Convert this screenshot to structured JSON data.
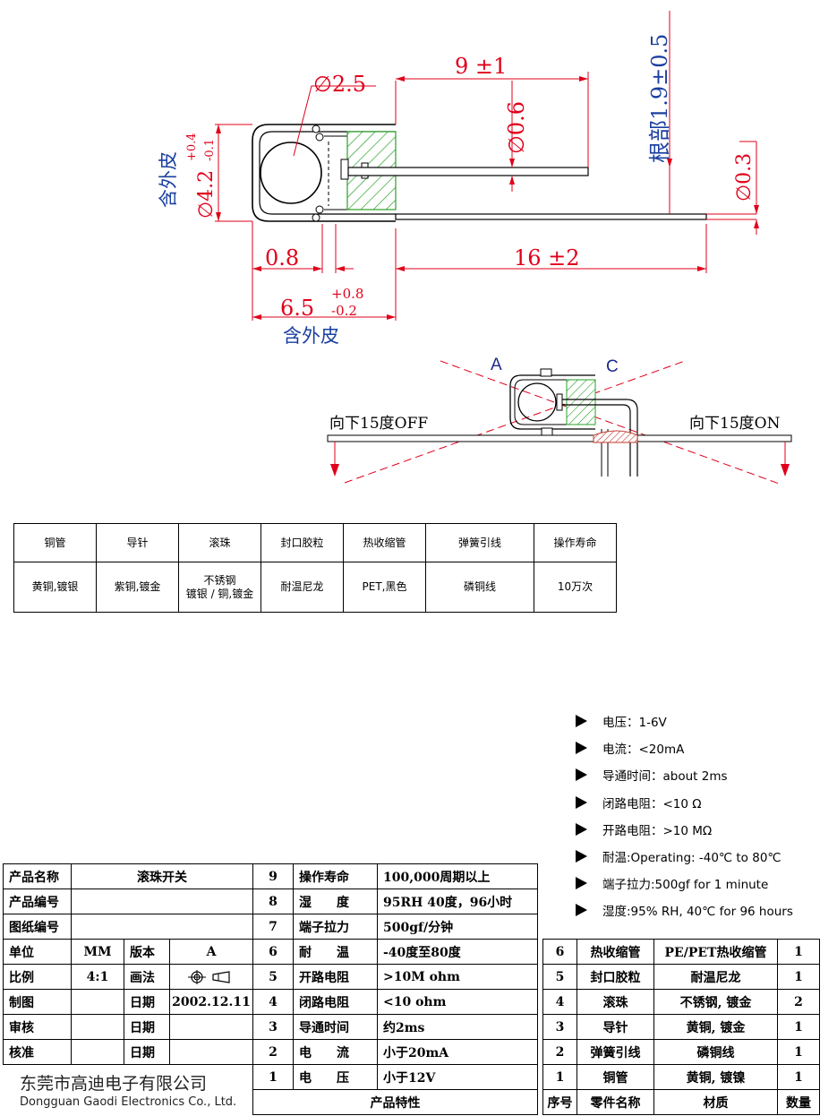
{
  "drawing": {
    "dim_ball_dia": "∅2.5",
    "dim_length_9": "9 ±1",
    "dim_pin_dia": "∅0.6",
    "dim_root": "根部1.9±0.5",
    "dim_lead_dia": "∅0.3",
    "dim_outer_dia": "∅4.2",
    "dim_outer_dia_tol_upper": "+0.4",
    "dim_outer_dia_tol_lower": "-0.1",
    "incl_sleeve": "含外皮",
    "dim_08": "0.8",
    "dim_16": "16 ±2",
    "dim_65": "6.5",
    "dim_65_tol_upper": "+0.8",
    "dim_65_tol_lower": "-0.2",
    "label_a": "A",
    "label_c": "C",
    "tilt_off": "向下15度OFF",
    "tilt_on": "向下15度ON"
  },
  "materials_table": {
    "headers": [
      "铜管",
      "导针",
      "滚珠",
      "封口胶粒",
      "热收缩管",
      "弹簧引线",
      "操作寿命"
    ],
    "values": [
      [
        "黄铜,镀银"
      ],
      [
        "紫铜,镀金"
      ],
      [
        "不锈钢",
        "镀银 / 铜,镀金"
      ],
      [
        "耐温尼龙"
      ],
      [
        "PET,黑色"
      ],
      [
        "磷铜线"
      ],
      [
        "10万次"
      ]
    ]
  },
  "specs": [
    "电压：1-6V",
    "电流：<20mA",
    "导通时间：about 2ms",
    "闭路电阻：<10 Ω",
    "开路电阻：>10 MΩ",
    "耐温:Operating: -40℃ to 80℃",
    "端子拉力:500gf for 1 minute",
    "湿度:95% RH, 40℃ for 96 hours"
  ],
  "title_block": {
    "product_name_label": "产品名称",
    "product_name": "滚珠开关",
    "product_no_label": "产品编号",
    "drawing_no_label": "图纸编号",
    "unit_label": "单位",
    "unit": "MM",
    "version_label": "版本",
    "version": "A",
    "scale_label": "比例",
    "scale": "4:1",
    "projection_label": "画法",
    "drawn_label": "制图",
    "date_label": "日期",
    "date": "2002.12.11",
    "review_label": "审核",
    "approve_label": "核准",
    "characteristics_label": "产品特性",
    "characteristics": [
      {
        "no": "9",
        "name": "操作寿命",
        "value": "100,000周期以上"
      },
      {
        "no": "8",
        "name": "湿　　度",
        "value": "95RH 40度，96小时"
      },
      {
        "no": "7",
        "name": "端子拉力",
        "value": "500gf/分钟"
      },
      {
        "no": "6",
        "name": "耐　　温",
        "value": "-40度至80度"
      },
      {
        "no": "5",
        "name": "开路电阻",
        "value": ">10M ohm"
      },
      {
        "no": "4",
        "name": "闭路电阻",
        "value": "<10 ohm"
      },
      {
        "no": "3",
        "name": "导通时间",
        "value": "约2ms"
      },
      {
        "no": "2",
        "name": "电　　流",
        "value": "小于20mA"
      },
      {
        "no": "1",
        "name": "电　　压",
        "value": "小于12V"
      }
    ],
    "parts_headers": {
      "no": "序号",
      "name": "零件名称",
      "material": "材质",
      "qty": "数量"
    },
    "parts": [
      {
        "no": "6",
        "name": "热收缩管",
        "material": "PE/PET热收缩管",
        "qty": "1"
      },
      {
        "no": "5",
        "name": "封口胶粒",
        "material": "耐温尼龙",
        "qty": "1"
      },
      {
        "no": "4",
        "name": "滚珠",
        "material": "不锈钢, 镀金",
        "qty": "2"
      },
      {
        "no": "3",
        "name": "导针",
        "material": "黄铜, 镀金",
        "qty": "1"
      },
      {
        "no": "2",
        "name": "弹簧引线",
        "material": "磷铜线",
        "qty": "1"
      },
      {
        "no": "1",
        "name": "铜管",
        "material": "黄铜, 镀镍",
        "qty": "1"
      }
    ]
  },
  "company": {
    "name_cn": "东莞市高迪电子有限公司",
    "name_en": "Dongguan Gaodi Electronics Co., Ltd."
  },
  "colors": {
    "dimension": "#e0001a",
    "annotation_blue": "#1a3fa0",
    "hatch_green": "#2aa02a"
  }
}
